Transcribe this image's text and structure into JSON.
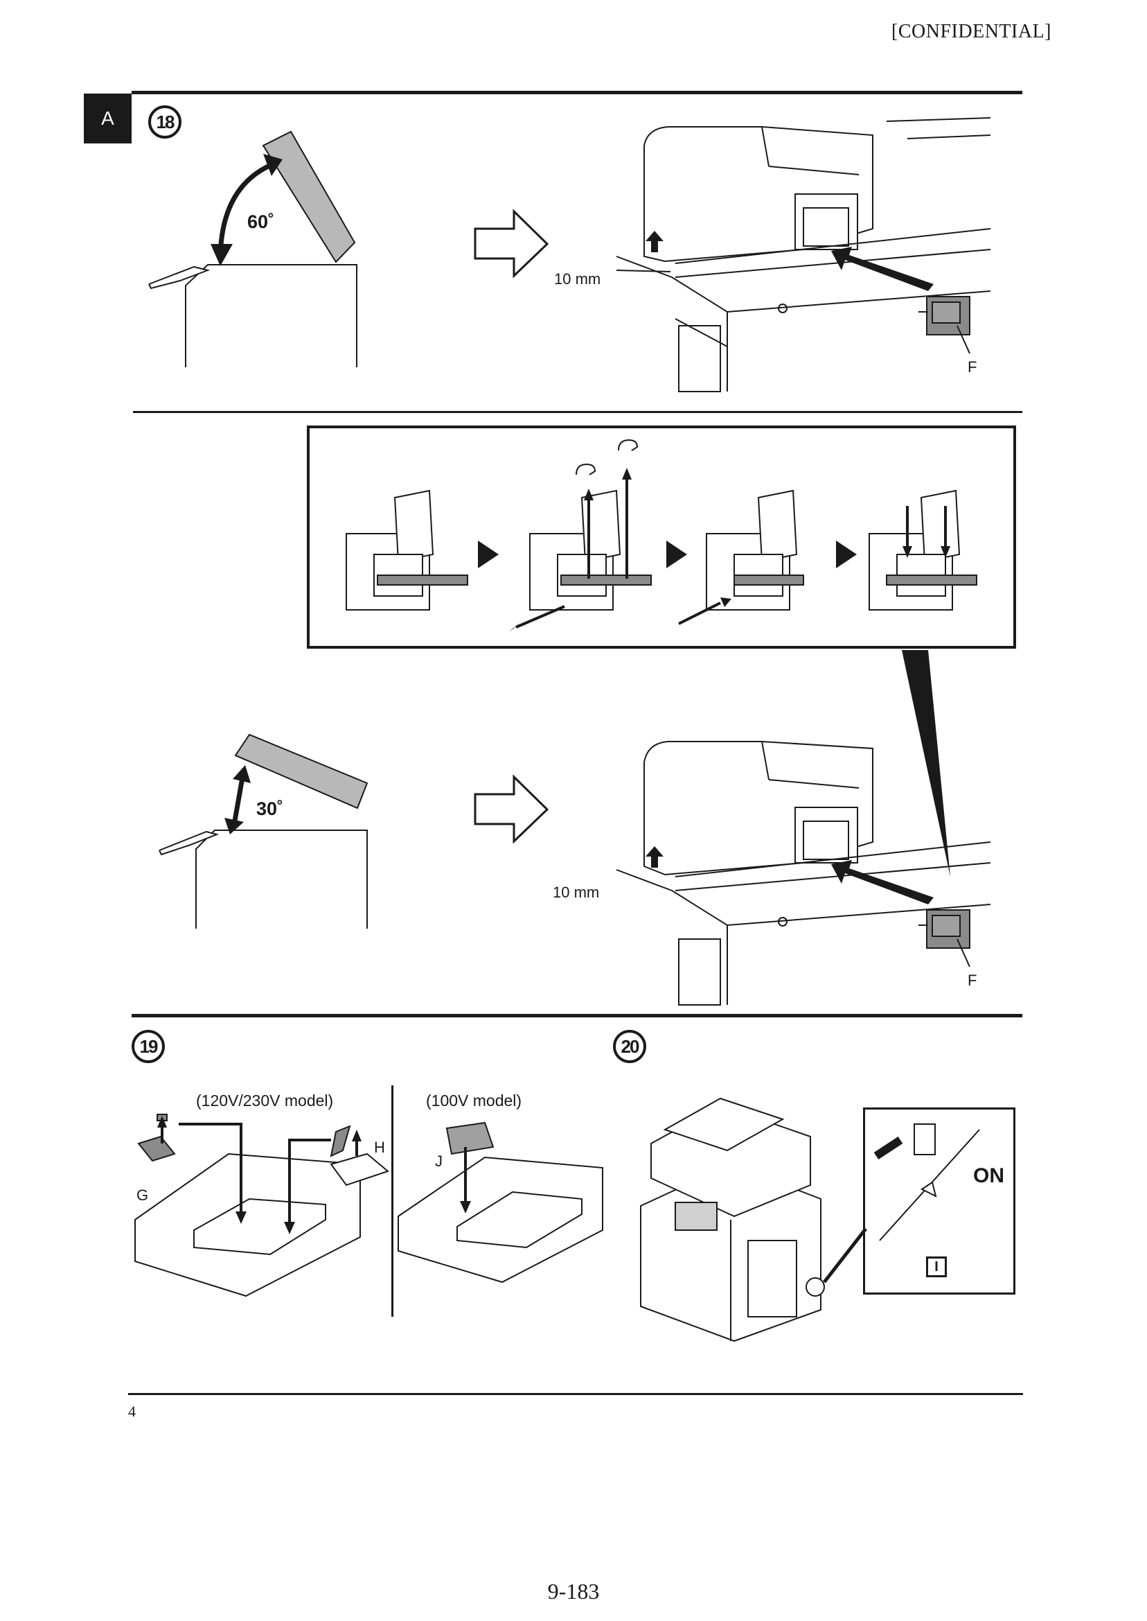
{
  "header": {
    "confidential": "[CONFIDENTIAL]"
  },
  "section_tab": "A",
  "step18": {
    "number": "18",
    "angle_first": "60˚",
    "angle_second": "30˚",
    "gap_label": "10 mm",
    "part_label": "F"
  },
  "step19": {
    "number": "19",
    "model_a": "(120V/230V model)",
    "model_b": "(100V model)",
    "part_g": "G",
    "part_h": "H",
    "part_j": "J"
  },
  "step20": {
    "number": "20",
    "on_label": "ON",
    "part_i": "I"
  },
  "page": {
    "sub_number": "4",
    "footer": "9-183"
  }
}
